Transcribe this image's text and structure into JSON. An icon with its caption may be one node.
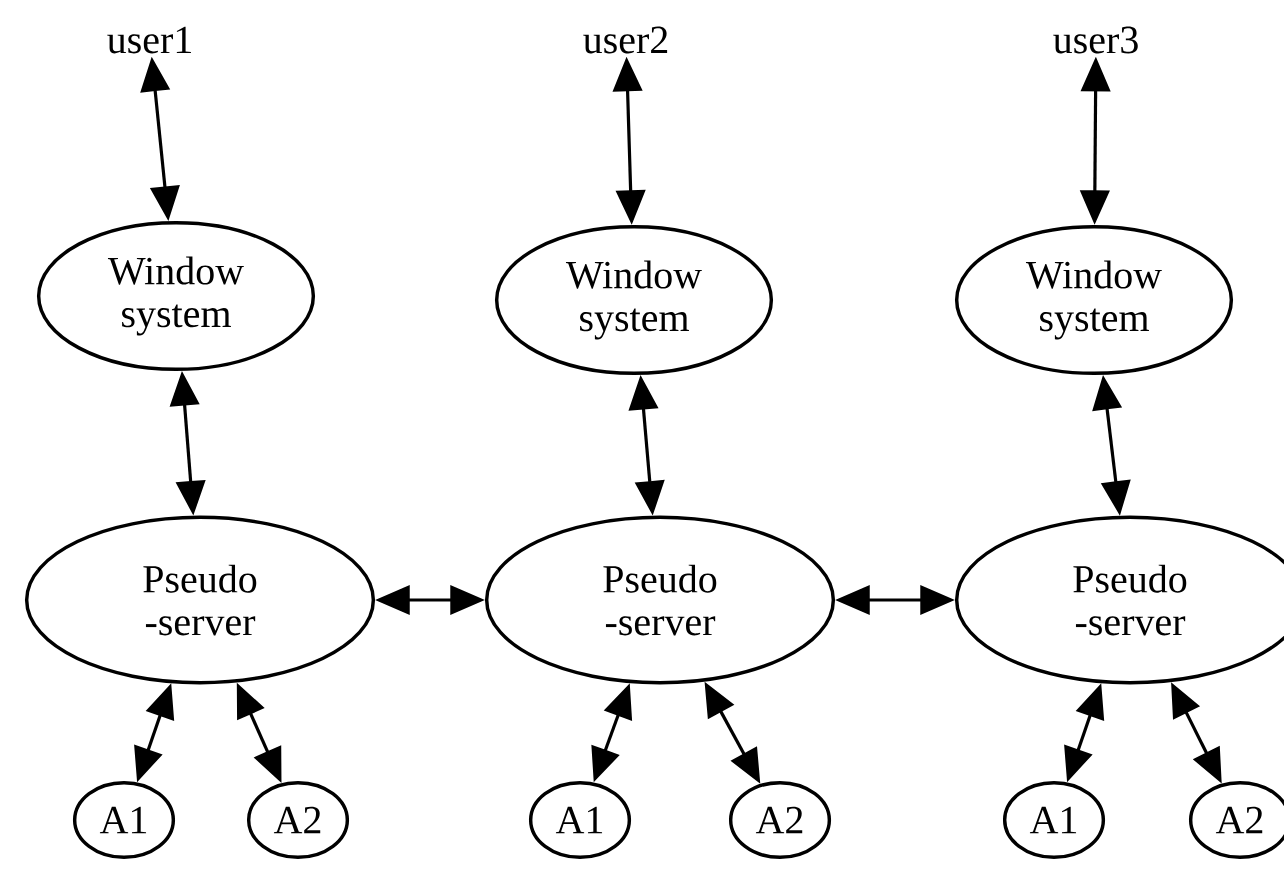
{
  "diagram": {
    "nodes": [
      {
        "text": [
          "user1"
        ]
      },
      {
        "text": [
          "user2"
        ]
      },
      {
        "text": [
          "user3"
        ]
      },
      {
        "text": [
          "Window system"
        ]
      },
      {
        "text": [
          "Window system"
        ]
      },
      {
        "text": [
          "Window system"
        ]
      },
      {
        "text": [
          "Pseudo -server"
        ]
      },
      {
        "text": [
          "Pseudo -server"
        ]
      },
      {
        "text": [
          "Pseudo -server"
        ]
      },
      {
        "text": [
          "A1"
        ]
      },
      {
        "text": [
          "A2"
        ]
      },
      {
        "text": [
          "A1"
        ]
      },
      {
        "text": [
          "A2"
        ]
      },
      {
        "text": [
          "A1"
        ]
      },
      {
        "text": [
          "A2"
        ]
      }
    ],
    "edges": [
      {
        "from": 0,
        "to": 3,
        "arrow": "both"
      },
      {
        "from": 1,
        "to": 4,
        "arrow": "both"
      },
      {
        "from": 2,
        "to": 5,
        "arrow": "both"
      },
      {
        "from": 3,
        "to": 6,
        "arrow": "both"
      },
      {
        "from": 4,
        "to": 7,
        "arrow": "both"
      },
      {
        "from": 5,
        "to": 8,
        "arrow": "both"
      },
      {
        "from": 6,
        "to": 7,
        "arrow": "both"
      },
      {
        "from": 7,
        "to": 8,
        "arrow": "both"
      },
      {
        "from": 6,
        "to": 9,
        "arrow": "both"
      },
      {
        "from": 6,
        "to": 10,
        "arrow": "both"
      },
      {
        "from": 7,
        "to": 11,
        "arrow": "both"
      },
      {
        "from": 7,
        "to": 12,
        "arrow": "both"
      },
      {
        "from": 8,
        "to": 13,
        "arrow": "both"
      },
      {
        "from": 8,
        "to": 14,
        "arrow": "both"
      }
    ]
  }
}
